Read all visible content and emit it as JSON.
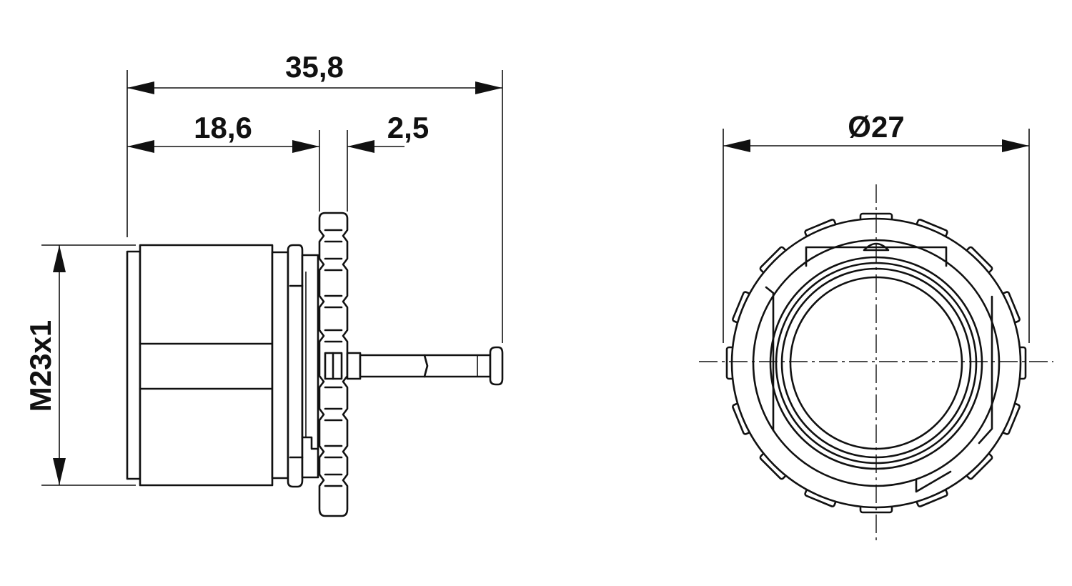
{
  "dimensions": {
    "overall_length": "35,8",
    "body_length": "18,6",
    "flange_width": "2,5",
    "thread": "M23x1",
    "diameter": "Ø27"
  }
}
